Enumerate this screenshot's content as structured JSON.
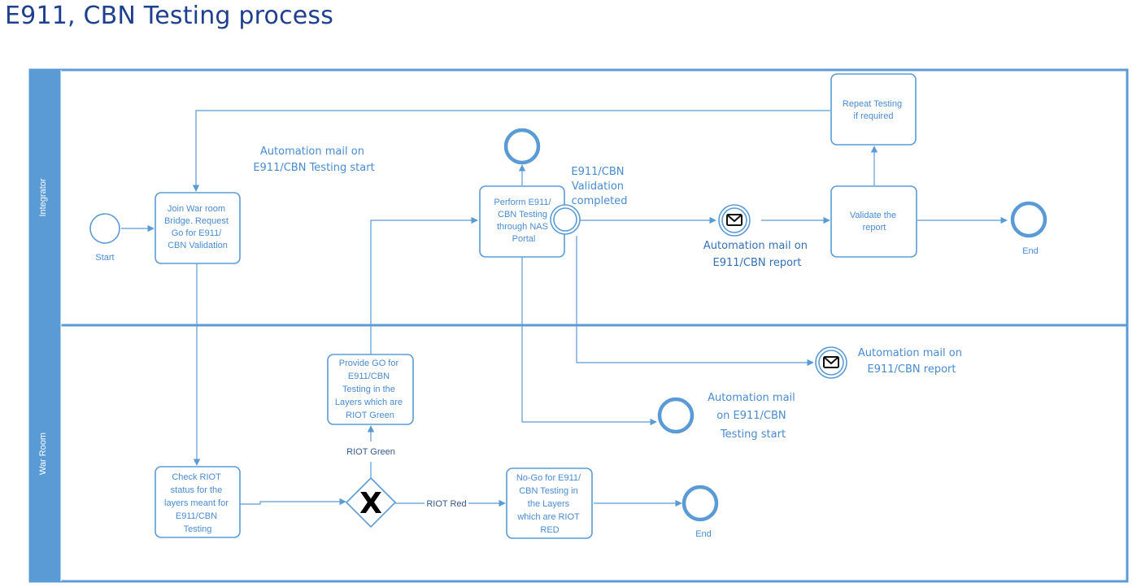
{
  "page": {
    "title": "E911, CBN Testing process"
  },
  "lanes": {
    "integrator": "Integrator",
    "war_room": "War Room"
  },
  "events": {
    "start": "Start",
    "end_integrator": "End",
    "end_warroom": "End"
  },
  "tasks": {
    "join_war_room": [
      "Join War room",
      "Bridge. Request",
      "Go for E911/",
      "CBN Validation"
    ],
    "perform_testing": [
      "Perform E911/",
      "CBN Testing",
      "through NAS",
      "Portal"
    ],
    "repeat_testing": [
      "Repeat Testing",
      "if required"
    ],
    "validate_report": [
      "Validate the",
      "report"
    ],
    "provide_go": [
      "Provide GO for",
      "E911/CBN",
      "Testing in the",
      "Layers which are",
      "RIOT Green"
    ],
    "check_riot": [
      "Check RIOT",
      "status for the",
      "layers meant for",
      "E911/CBN",
      "Testing"
    ],
    "no_go": [
      "No-Go for E911/",
      "CBN Testing in",
      "the Layers",
      "which are RIOT",
      "RED"
    ]
  },
  "annotations": {
    "automation_mail_start_top": [
      "Automation mail on",
      "E911/CBN Testing start"
    ],
    "validation_completed": [
      "E911/CBN",
      "Validation",
      "completed"
    ],
    "automation_mail_report_top": [
      "Automation mail on",
      "E911/CBN report"
    ],
    "automation_mail_report_bottom": [
      "Automation mail on",
      "E911/CBN report"
    ],
    "automation_mail_start_bottom": [
      "Automation mail",
      "on E911/CBN",
      "Testing start"
    ]
  },
  "gateway": {
    "symbol": "X"
  },
  "edge_labels": {
    "riot_green": "RIOT Green",
    "riot_red": "RIOT Red"
  },
  "colors": {
    "accent": "#5b9bd5",
    "lane_header": "#5b9bd5",
    "title": "#1f3f8f",
    "text": "#4a8bd0"
  }
}
